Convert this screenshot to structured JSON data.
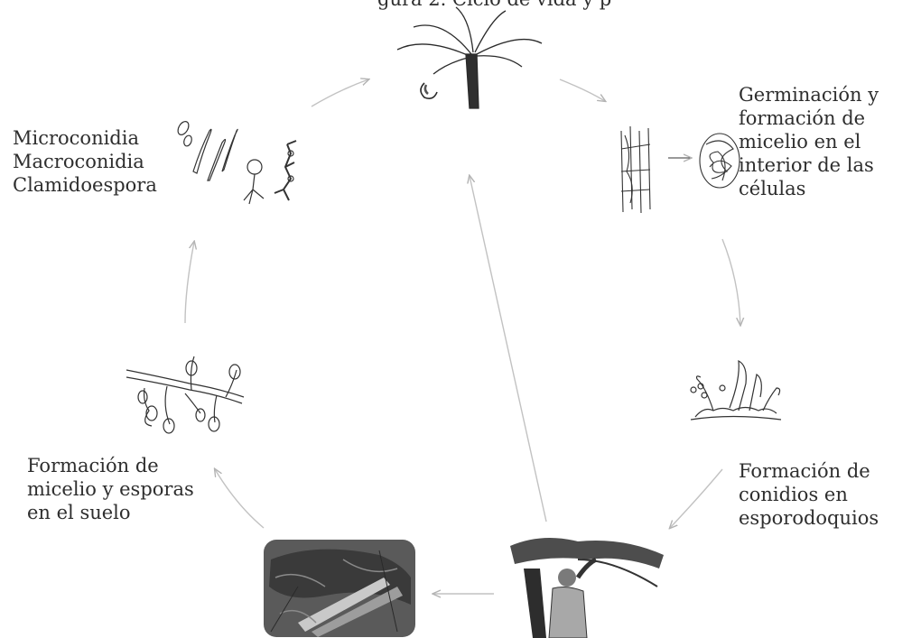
{
  "diagram": {
    "top_caption": "gura 2. Ciclo de vida y p",
    "labels": {
      "spores": [
        "Microconidia",
        "Macroconidia",
        "Clamidoespora"
      ],
      "germination": [
        "Germinación y",
        "formación de",
        "micelio en el",
        "interior de las",
        "células"
      ],
      "conidia": [
        "Formación de",
        "conidios en",
        "esporodoquios"
      ],
      "soil": [
        "Formación de",
        "micelio y esporas",
        "en el suelo"
      ]
    },
    "icons": [
      "banana-plant-icon",
      "infected-cells-icon",
      "sporodochia-icon",
      "diseased-plant-photo-icon",
      "infested-soil-photo-icon",
      "mycelium-spores-icon",
      "spore-types-icon"
    ],
    "colors": {
      "arrow": "#b9b9b9",
      "text": "#2e2e2e",
      "ink": "#3a3a3a"
    }
  }
}
